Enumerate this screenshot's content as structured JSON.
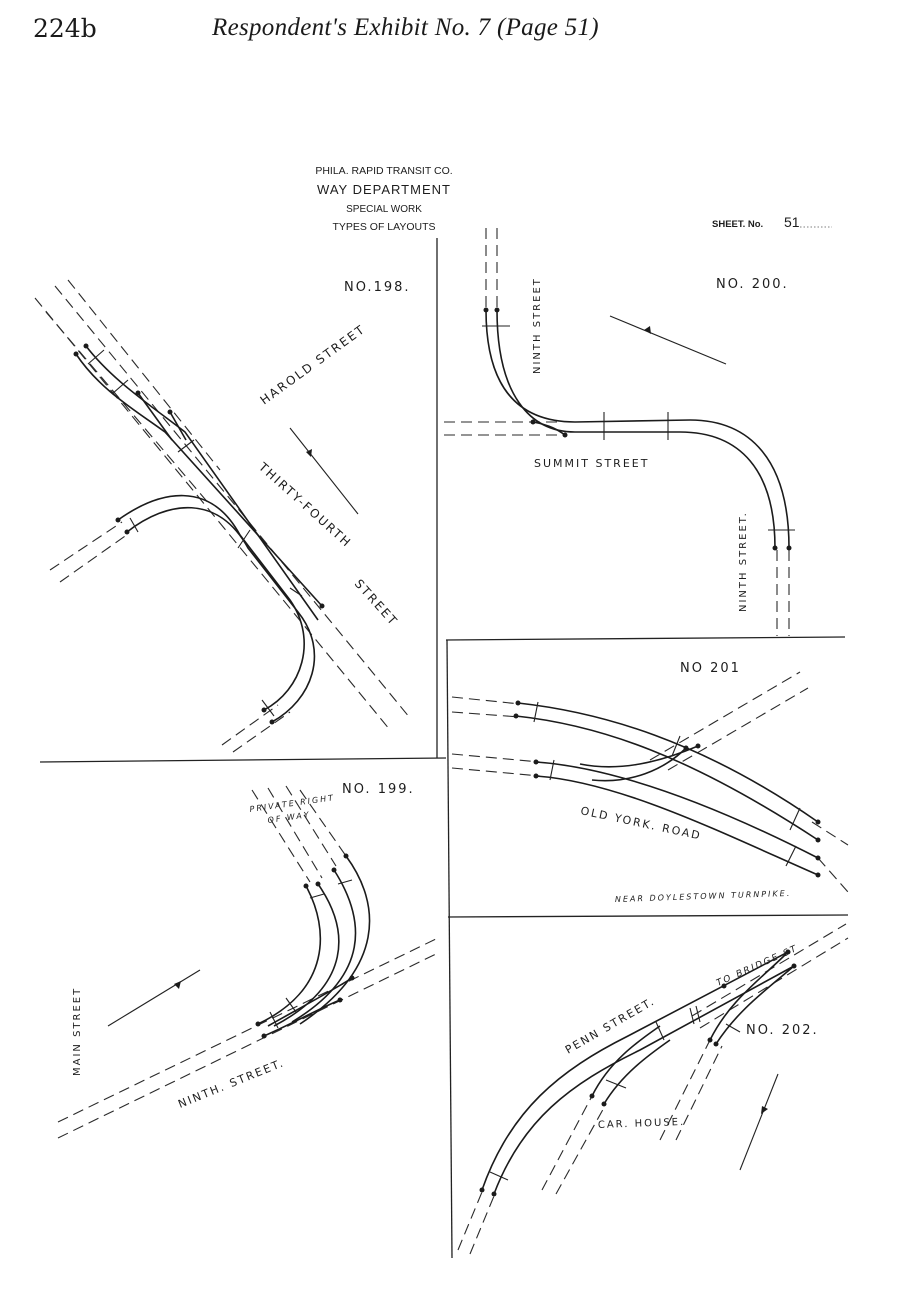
{
  "header": {
    "page_number": "224b",
    "title": "Respondent's Exhibit No. 7 (Page 51)"
  },
  "title_block": {
    "company": "PHILA. RAPID TRANSIT CO.",
    "department": "WAY DEPARTMENT",
    "work": "SPECIAL WORK",
    "subject": "TYPES OF LAYOUTS",
    "sheet_label": "SHEET. No.",
    "sheet_number": "51"
  },
  "layouts": {
    "no198": {
      "number": "NO.198.",
      "street_a": "HAROLD STREET",
      "street_b": "THIRTY-FOURTH",
      "street_b2": "STREET"
    },
    "no199": {
      "number": "NO. 199.",
      "row_line1": "PRIVATE RIGHT",
      "row_line2": "OF WAY",
      "street_a": "MAIN STREET",
      "street_b": "NINTH. STREET."
    },
    "no200": {
      "number": "NO. 200.",
      "street_top": "NINTH STREET",
      "street_mid": "SUMMIT STREET",
      "street_bottom": "NINTH STREET."
    },
    "no201": {
      "number": "NO 201",
      "street_a": "OLD YORK. ROAD",
      "note": "NEAR DOYLESTOWN TURNPIKE."
    },
    "no202": {
      "number": "NO. 202.",
      "street_a": "PENN STREET.",
      "note_a": "TO BRIDGE ST",
      "note_b": "CAR. HOUSE."
    }
  }
}
